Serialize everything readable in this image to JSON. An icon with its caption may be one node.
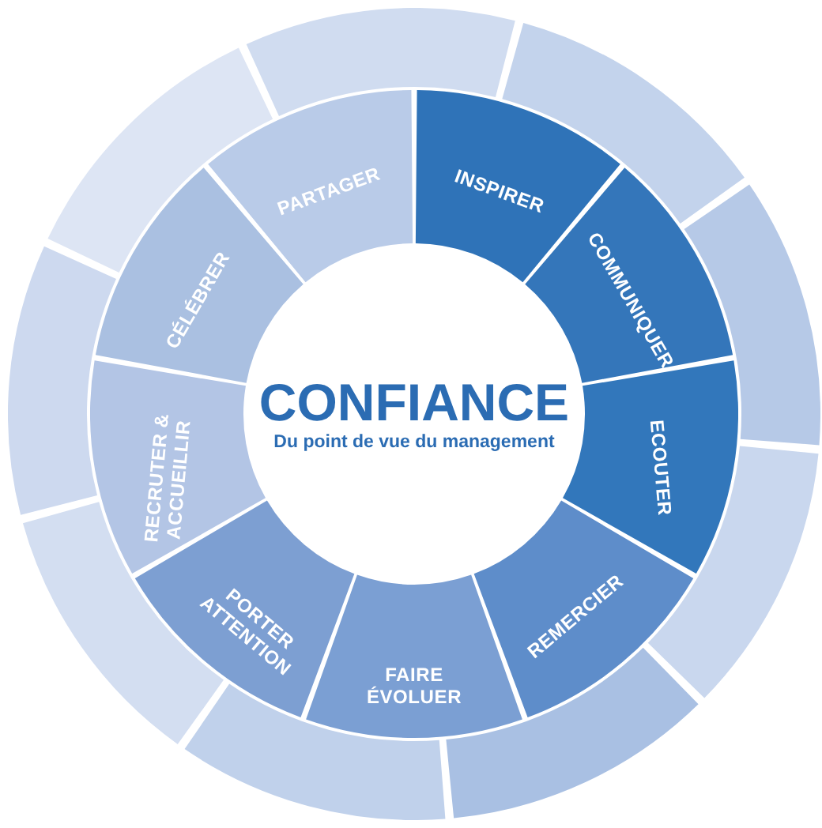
{
  "diagram": {
    "nodes": [
      {
        "text": [
          "CONFIANCE",
          "Du point de vue du management"
        ]
      },
      {
        "text": [
          "INSPIRER"
        ]
      },
      {
        "text": [
          "COMMUNIQUER"
        ]
      },
      {
        "text": [
          "ECOUTER"
        ]
      },
      {
        "text": [
          "REMERCIER"
        ]
      },
      {
        "text": [
          "FAIRE ÉVOLUER"
        ]
      },
      {
        "text": [
          "PORTER ATTENTION"
        ]
      },
      {
        "text": [
          "RECRUTER & ACCUEILLIR"
        ]
      },
      {
        "text": [
          "CÉLÉBRER"
        ]
      },
      {
        "text": [
          "PARTAGER"
        ]
      },
      {
        "text": [],
        "shape": "bar"
      },
      {
        "text": [],
        "shape": "bar"
      },
      {
        "text": [],
        "shape": "bar"
      },
      {
        "text": [],
        "shape": "bar"
      },
      {
        "text": [],
        "shape": "bar"
      },
      {
        "text": [],
        "shape": "bar"
      },
      {
        "text": [],
        "shape": "bar"
      },
      {
        "text": [],
        "shape": "bar"
      },
      {
        "text": [],
        "shape": "bar"
      }
    ],
    "edges": []
  }
}
